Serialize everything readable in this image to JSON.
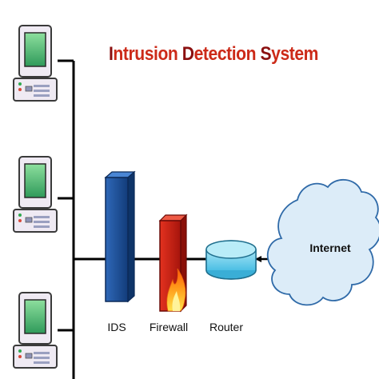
{
  "title": {
    "words": [
      {
        "cap": "I",
        "rest": "ntrusion "
      },
      {
        "cap": "D",
        "rest": "etection "
      },
      {
        "cap": "S",
        "rest": "ystem"
      }
    ]
  },
  "nodes": {
    "ids": "IDS",
    "firewall": "Firewall",
    "router": "Router",
    "internet": "Internet"
  },
  "colors": {
    "title_capital": "#8b1010",
    "title_text": "#cc2a18",
    "ids_blue": "#1a4f9a",
    "firewall_red": "#c41e14",
    "router_cyan": "#6fd0ee",
    "cloud_fill": "#dcecf8",
    "screen_green": "#3fae6a"
  }
}
